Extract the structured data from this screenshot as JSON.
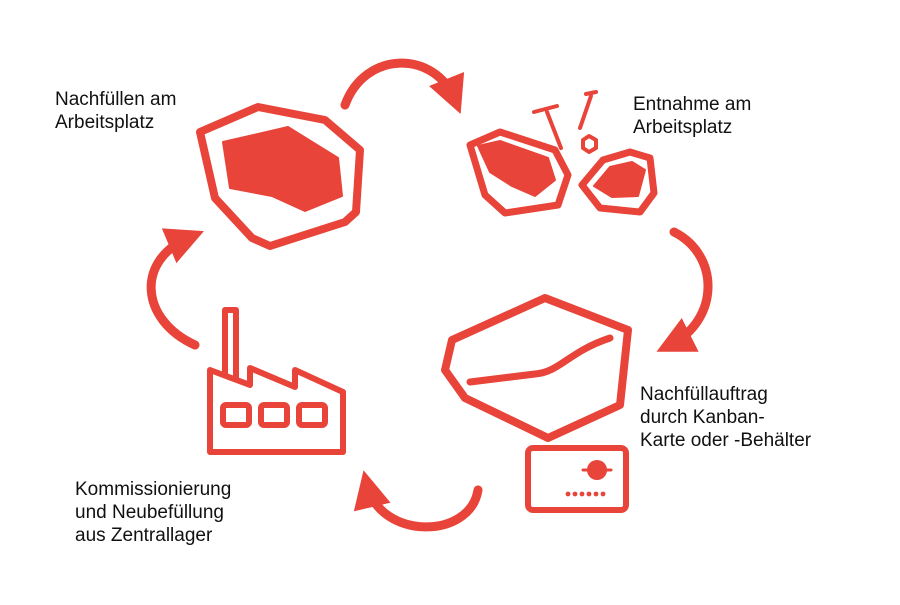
{
  "colors": {
    "accent": "#e8443a",
    "text": "#111111",
    "background": "#ffffff"
  },
  "steps": {
    "refill": {
      "lines": [
        "Nachfüllen am",
        "Arbeitsplatz"
      ],
      "icon": "storage-bin-icon"
    },
    "removal": {
      "lines": [
        "Entnahme am",
        "Arbeitsplatz"
      ],
      "icon": "bins-with-screws-icon"
    },
    "order": {
      "lines": [
        "Nachfüllauftrag",
        "durch Kanban-",
        "Karte oder -Behälter"
      ],
      "icon": "empty-bin-and-kanban-card-icon"
    },
    "picking": {
      "lines": [
        "Kommissionierung",
        "und Neubefüllung",
        "aus Zentrallager"
      ],
      "icon": "factory-icon"
    }
  }
}
